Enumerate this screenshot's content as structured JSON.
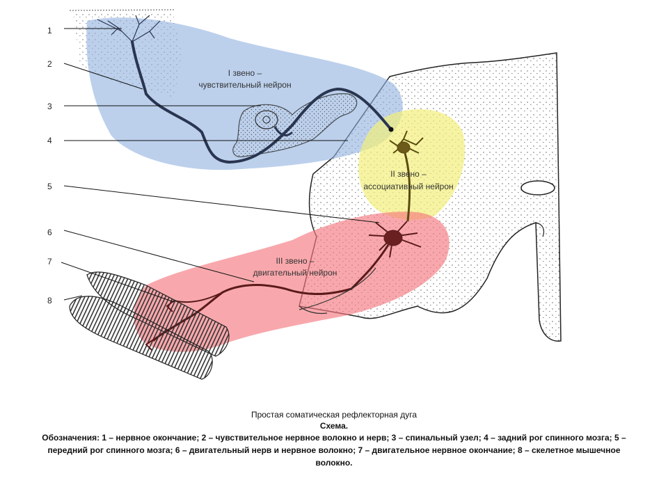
{
  "diagram": {
    "numbers": [
      "1",
      "2",
      "3",
      "4",
      "5",
      "6",
      "7",
      "8"
    ],
    "zones": {
      "sensory": {
        "line1": "I звено –",
        "line2": "чувствительный нейрон",
        "color": "#8fb0e0"
      },
      "associative": {
        "line1": "II звено –",
        "line2": "ассоциативный нейрон",
        "color": "#f2f07a"
      },
      "motor": {
        "line1": "III звено –",
        "line2": "двигательный нейрон",
        "color": "#f47a80"
      }
    }
  },
  "caption": {
    "title": "Простая соматическая рефлекторная дуга",
    "subtitle": "Схема.",
    "legend": "Обозначения: 1 – нервное окончание; 2 – чувствительное нервное волокно и нерв; 3 – спинальный узел; 4 – задний рог спинного мозга; 5 – передний рог спинного мозга; 6 – двигательный нерв и нервное волокно; 7 – двигательное нервное окончание; 8 – скелетное мышечное волокно."
  }
}
